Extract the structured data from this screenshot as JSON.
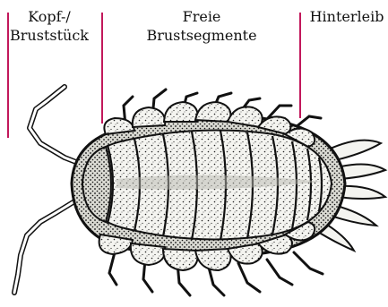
{
  "labels": {
    "head": [
      "Kopf-/",
      "Bruststück"
    ],
    "thorax": [
      "Freie",
      "Brustsegmente"
    ],
    "abdomen": [
      "Hinterleib"
    ]
  },
  "colors": {
    "divider": "#c2185b",
    "ink": "#111111",
    "body": "#f4f4f0"
  },
  "illustration": "woodlouse"
}
